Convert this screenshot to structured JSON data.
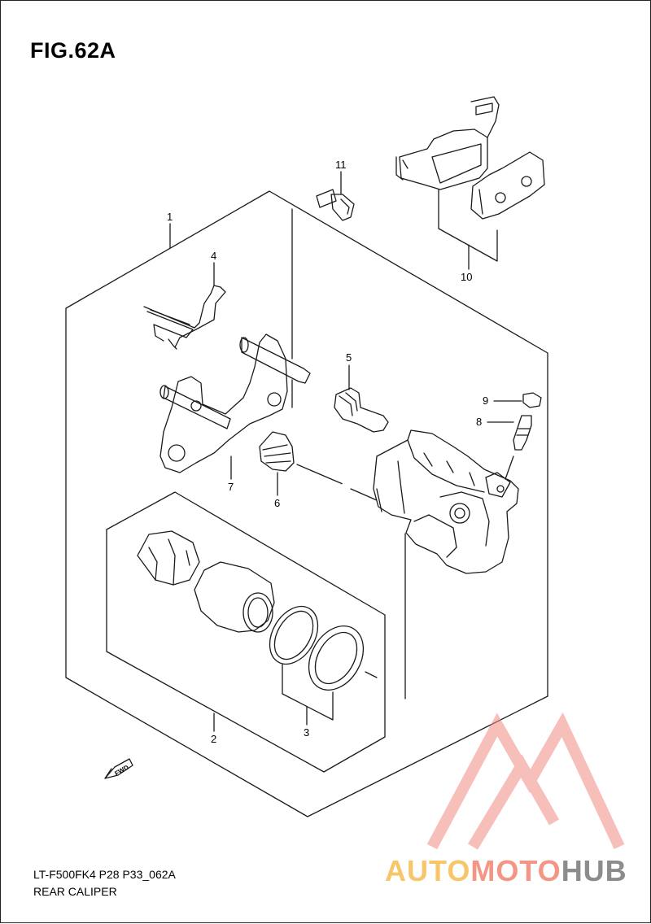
{
  "figure": {
    "title": "FIG.62A"
  },
  "footer": {
    "drawing_code": "LT-F500FK4 P28 P33_062A",
    "caption": "REAR CALIPER"
  },
  "callouts": {
    "c1": "1",
    "c2": "2",
    "c3": "3",
    "c4": "4",
    "c5": "5",
    "c6": "6",
    "c7": "7",
    "c8": "8",
    "c9": "9",
    "c10": "10",
    "c11": "11"
  },
  "fwd_marker": {
    "label": "FWD",
    "icon": "fwd-arrow-icon"
  },
  "watermark": {
    "part_a": "AUTO",
    "part_b": "MOTO",
    "part_c": "HUB",
    "colors": {
      "a": "#f7c56a",
      "b": "#f59585",
      "c": "#8c8c8c",
      "logo": "#f28b82"
    }
  }
}
